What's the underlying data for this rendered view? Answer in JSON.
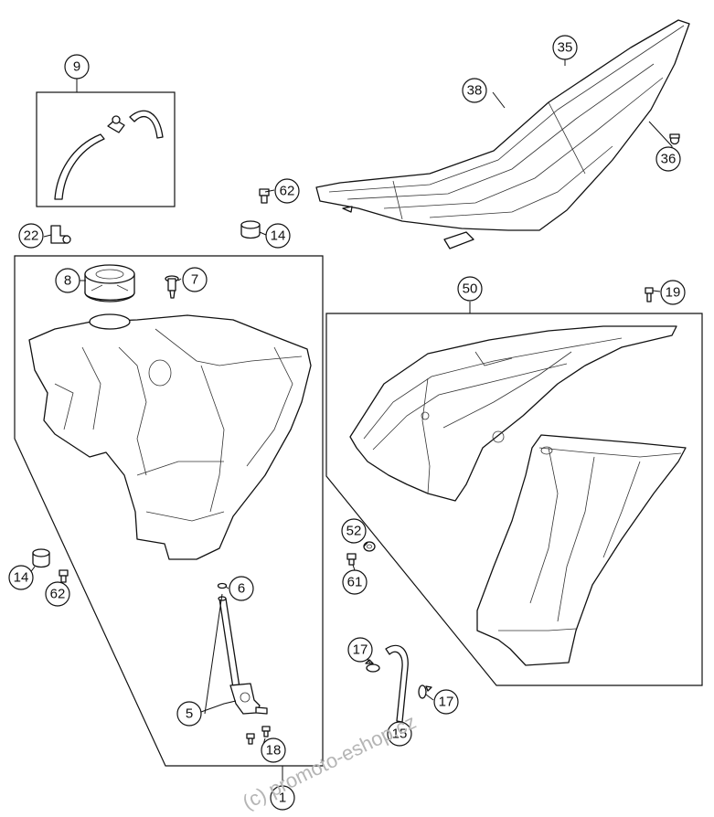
{
  "callouts": {
    "c1": "1",
    "c5": "5",
    "c6": "6",
    "c7": "7",
    "c8": "8",
    "c9": "9",
    "c14a": "14",
    "c14b": "14",
    "c15": "15",
    "c17a": "17",
    "c17b": "17",
    "c18": "18",
    "c19": "19",
    "c22": "22",
    "c35": "35",
    "c36": "36",
    "c38": "38",
    "c50": "50",
    "c52": "52",
    "c61": "61",
    "c62a": "62",
    "c62b": "62"
  },
  "watermark": "(c) promoto-eshop.cz"
}
